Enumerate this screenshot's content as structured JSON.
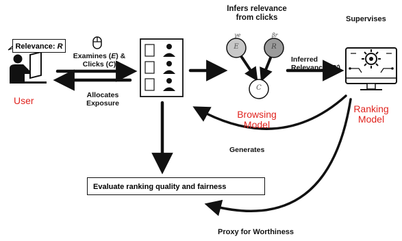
{
  "title": "Infers relevance from clicks",
  "supervises": "Supervises",
  "user": {
    "bubble_prefix": "Relevance: ",
    "bubble_var": "R",
    "label": "User"
  },
  "edges": {
    "examines_prefix": "Examines (",
    "examines_e": "E",
    "examines_mid": ") &",
    "clicks_prefix": "Clicks (",
    "clicks_c": "C",
    "clicks_suffix": ")",
    "allocates_1": "Allocates",
    "allocates_2": "Exposure",
    "inferred_1": "Inferred",
    "inferred_2_prefix": "Relevance (",
    "inferred_2_var": "R'",
    "inferred_2_suffix": ")",
    "generates": "Generates",
    "proxy": "Proxy for Worthiness"
  },
  "browsing_model": {
    "label_1": "Browsing",
    "label_2": "Model",
    "node_e": "E",
    "node_r": "R",
    "node_c": "C",
    "gamma": "γe",
    "beta": "βr"
  },
  "ranking_model": {
    "label_1": "Ranking",
    "label_2": "Model"
  },
  "evaluation": "Evaluate ranking quality and fairness",
  "colors": {
    "red_label": "#e0231e",
    "node_fill": "#c8c8c8",
    "node_r_fill": "#9a9a9a"
  },
  "icons": [
    "mouse-icon",
    "user-at-laptop-icon",
    "ranked-list-icon",
    "ranking-model-monitor-icon"
  ]
}
